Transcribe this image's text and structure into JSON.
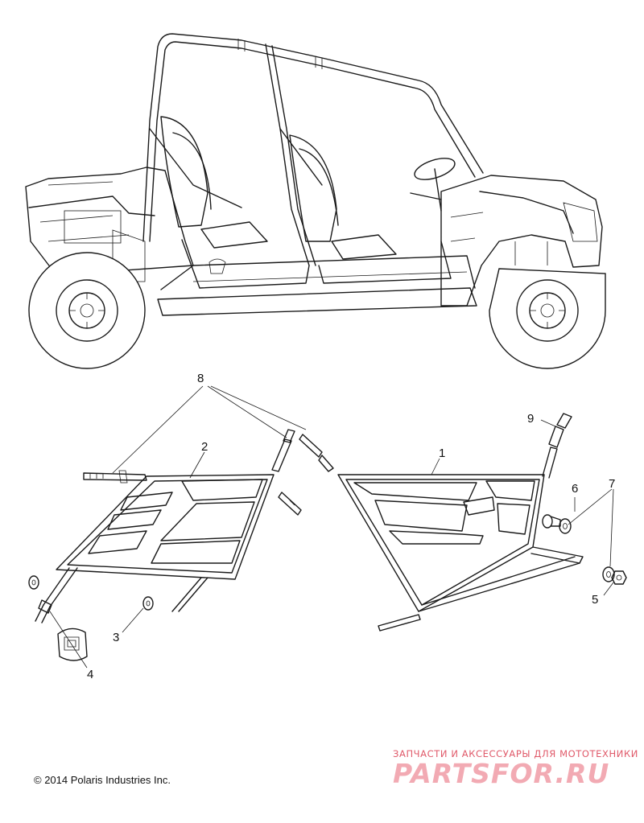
{
  "callouts": {
    "c1": "1",
    "c2": "2",
    "c3": "3",
    "c4": "4",
    "c5": "5",
    "c6": "6",
    "c7": "7",
    "c8": "8",
    "c9": "9"
  },
  "footer": {
    "copyright": "© 2014 Polaris Industries Inc."
  },
  "watermark": {
    "tagline": "ЗАПЧАСТИ И АКСЕССУАРЫ ДЛЯ МОТОТЕХНИКИ",
    "logo": "PARTSFOR.RU"
  }
}
